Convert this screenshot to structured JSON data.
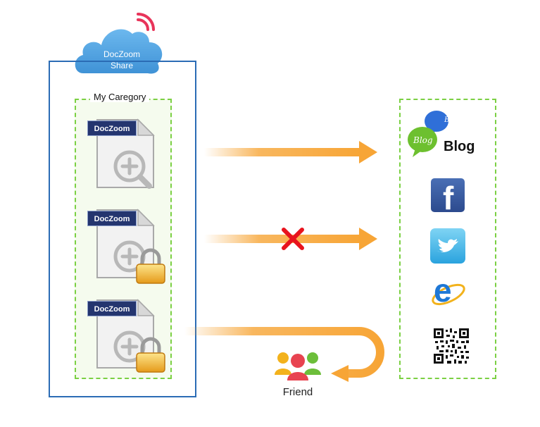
{
  "cloud": {
    "title_line1": "DocZoom",
    "title_line2": "Share"
  },
  "category": {
    "label": "My Caregory"
  },
  "documents": [
    {
      "badge": "DocZoom",
      "status": "public"
    },
    {
      "badge": "DocZoom",
      "status": "locked"
    },
    {
      "badge": "DocZoom",
      "status": "locked"
    }
  ],
  "share_targets": {
    "blog_label": "Blog",
    "blog_bubble_green": "Blog",
    "blog_bubble_blue": "Blog",
    "facebook_letter": "f",
    "ie_letter": "e"
  },
  "friend": {
    "label": "Friend"
  },
  "colors": {
    "frame": "#2b6cb5",
    "dashed": "#7bd043",
    "arrow": "#f7a536",
    "cross": "#e8131d",
    "cloud": "#4a9fdc"
  }
}
